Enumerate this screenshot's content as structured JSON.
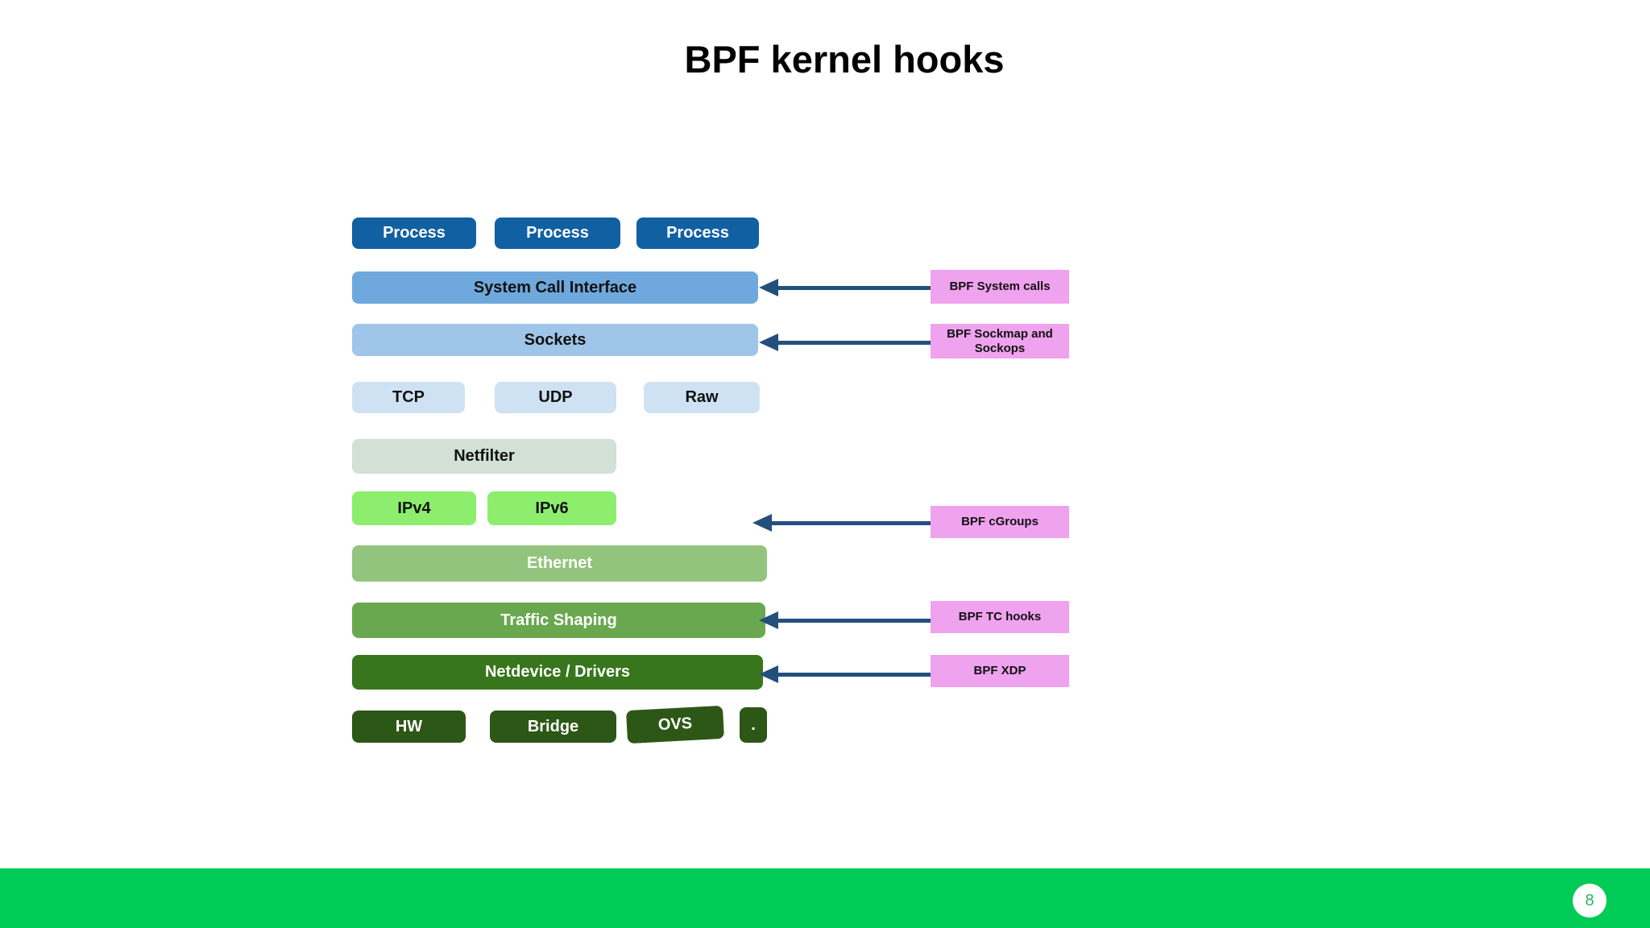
{
  "title": "BPF kernel hooks",
  "diagram": {
    "process_row": [
      "Process",
      "Process",
      "Process"
    ],
    "layers": {
      "sci": "System Call Interface",
      "sockets": "Sockets",
      "tcp": "TCP",
      "udp": "UDP",
      "raw": "Raw",
      "netfilter": "Netfilter",
      "ipv4": "IPv4",
      "ipv6": "IPv6",
      "ethernet": "Ethernet",
      "traffic": "Traffic Shaping",
      "netdevice": "Netdevice / Drivers",
      "hw": "HW",
      "bridge": "Bridge",
      "ovs": "OVS",
      "dot": "."
    },
    "hooks": [
      "BPF System calls",
      "BPF Sockmap and Sockops",
      "BPF cGroups",
      "BPF TC hooks",
      "BPF XDP"
    ],
    "connections": [
      {
        "from": "BPF System calls",
        "to": "System Call Interface"
      },
      {
        "from": "BPF Sockmap and Sockops",
        "to": "Sockets"
      },
      {
        "from": "BPF cGroups",
        "to": "IPv4 / IPv6 layer"
      },
      {
        "from": "BPF TC hooks",
        "to": "Traffic Shaping"
      },
      {
        "from": "BPF XDP",
        "to": "Netdevice / Drivers"
      }
    ]
  },
  "footer": {
    "page_number": "8"
  },
  "colors": {
    "process": "#1160a2",
    "syscall": "#6fa8dc",
    "sockets": "#9fc5e8",
    "transport": "#cfe2f3",
    "netfilter": "#d2e0d5",
    "ip": "#8dee6e",
    "ethernet": "#93c47d",
    "traffic": "#6aa84f",
    "netdevice": "#38761d",
    "device": "#2d5716",
    "hook": "#efa2ee",
    "arrow": "#234f7d",
    "footer": "#00cb57",
    "page_text": "#27b562"
  }
}
